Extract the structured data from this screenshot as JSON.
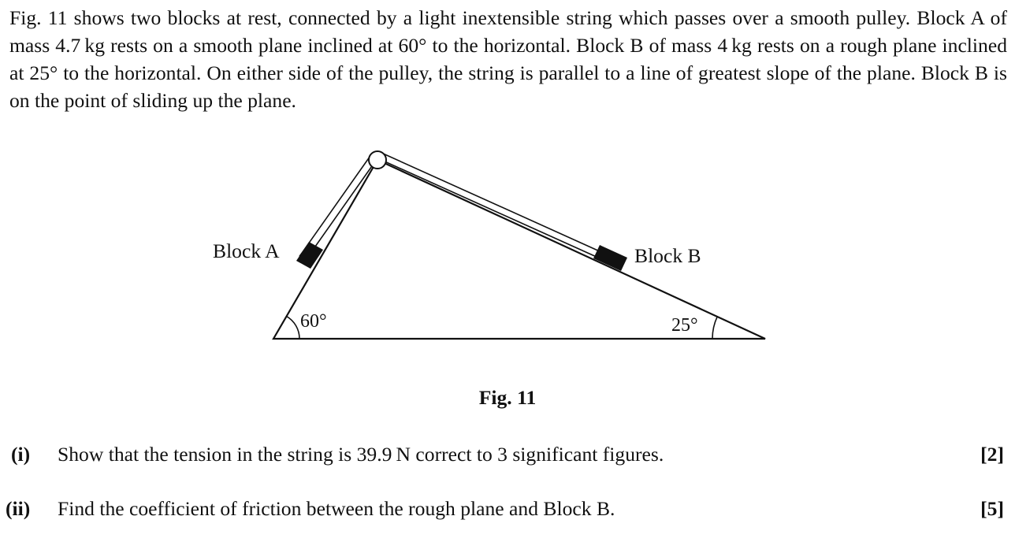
{
  "intro": {
    "paragraph": "Fig. 11 shows two blocks at rest, connected by a light inextensible string which passes over a smooth pulley. Block A of mass 4.7 kg rests on a smooth plane inclined at 60° to the horizontal. Block B of mass 4 kg rests on a rough plane inclined at 25° to the horizontal. On either side of the pulley, the string is parallel to a line of greatest slope of the plane. Block B is on the point of sliding up the plane."
  },
  "figure": {
    "label_block_a": "Block A",
    "label_block_b": "Block B",
    "angle_left": "60°",
    "angle_right": "25°",
    "caption": "Fig. 11"
  },
  "questions": [
    {
      "number": "(i)",
      "text": "Show that the tension in the string is 39.9 N correct to 3 significant figures.",
      "marks": "[2]"
    },
    {
      "number": "(ii)",
      "text": "Find the coefficient of friction between the rough plane and Block B.",
      "marks": "[5]"
    }
  ]
}
